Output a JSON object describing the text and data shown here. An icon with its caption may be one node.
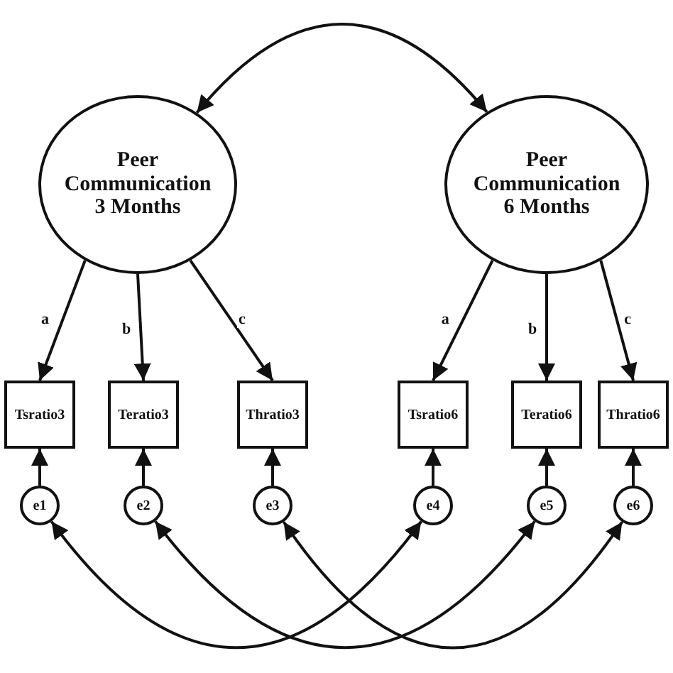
{
  "diagram": {
    "nodes": [
      {
        "text": [
          "Peer Communication 3 Months"
        ]
      },
      {
        "text": [
          "Peer Communication 6 Months"
        ]
      },
      {
        "text": [
          "Tsratio3"
        ]
      },
      {
        "text": [
          "Teratio3"
        ]
      },
      {
        "text": [
          "Thratio3"
        ]
      },
      {
        "text": [
          "Tsratio6"
        ]
      },
      {
        "text": [
          "Teratio6"
        ]
      },
      {
        "text": [
          "Thratio6"
        ]
      },
      {
        "text": [
          "e1"
        ]
      },
      {
        "text": [
          "e2"
        ]
      },
      {
        "text": [
          "e3"
        ]
      },
      {
        "text": [
          "e4"
        ]
      },
      {
        "text": [
          "e5"
        ]
      },
      {
        "text": [
          "e6"
        ]
      }
    ],
    "edges": [
      {
        "from": 0,
        "to": 1,
        "arrow": "both"
      },
      {
        "from": 0,
        "to": 2,
        "arrow": "to",
        "label": "a"
      },
      {
        "from": 0,
        "to": 3,
        "arrow": "to",
        "label": "b"
      },
      {
        "from": 0,
        "to": 4,
        "arrow": "to",
        "label": "c"
      },
      {
        "from": 1,
        "to": 5,
        "arrow": "to",
        "label": "a"
      },
      {
        "from": 1,
        "to": 6,
        "arrow": "to",
        "label": "b"
      },
      {
        "from": 1,
        "to": 7,
        "arrow": "to",
        "label": "c"
      },
      {
        "from": 8,
        "to": 2,
        "arrow": "to"
      },
      {
        "from": 9,
        "to": 3,
        "arrow": "to"
      },
      {
        "from": 10,
        "to": 4,
        "arrow": "to"
      },
      {
        "from": 11,
        "to": 5,
        "arrow": "to"
      },
      {
        "from": 12,
        "to": 6,
        "arrow": "to"
      },
      {
        "from": 13,
        "to": 7,
        "arrow": "to"
      },
      {
        "from": 8,
        "to": 11,
        "arrow": "both"
      },
      {
        "from": 9,
        "to": 12,
        "arrow": "both"
      },
      {
        "from": 10,
        "to": 13,
        "arrow": "both"
      }
    ]
  }
}
